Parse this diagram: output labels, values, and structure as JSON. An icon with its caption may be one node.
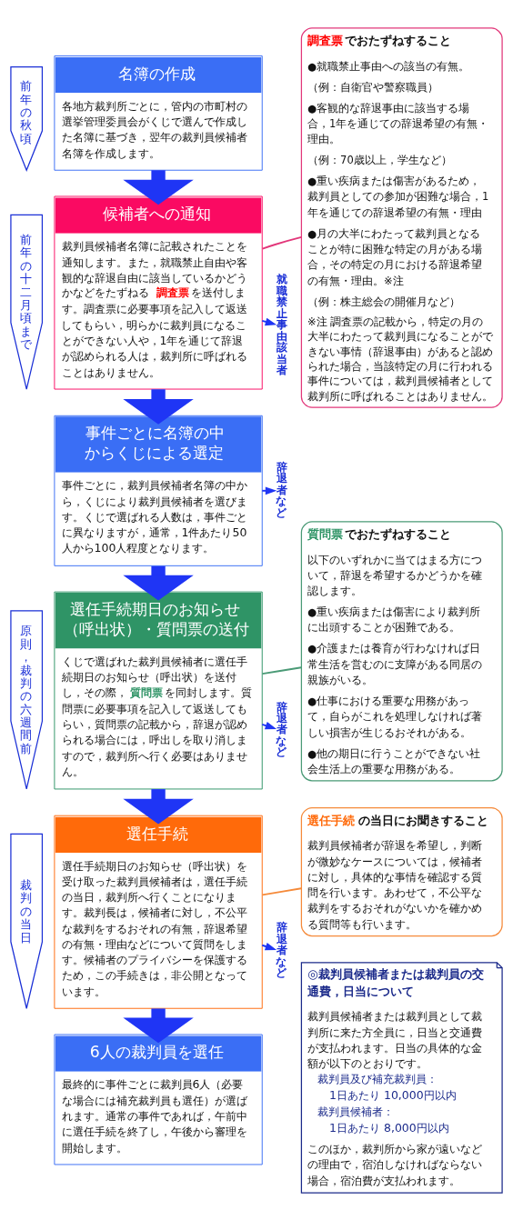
{
  "diagram": {
    "nodes": [
      {
        "text": [
          "前年の秋頃"
        ]
      },
      {
        "text": [
          "名簿の作成",
          "各地方裁判所ごとに，管内の市町村の選挙管理委員会がくじで選んで作成した名簿に基づき，翌年の裁判員候補者名簿を作成します。"
        ]
      },
      {
        "text": [
          "**調査票**でおたずねすること",
          "●就職禁止事由への該当の有無。",
          "（例：自衛官や警察職員）",
          "●客観的な辞退事由に該当する場合，1年を通じての辞退希望の有無・理由。",
          "（例：70歳以上，学生など）",
          "●重い疾病または傷害があるため，裁判員としての参加が困難な場合，1年を通じての辞退希望の有無・理由",
          "●月の大半にわたって裁判員となることが特に困難な特定の月がある場合，その特定の月における辞退希望の有無・理由。※注",
          "（例：株主総会の開催月など）",
          "※注 調査票の記載から，特定の月の大半にわたって裁判員になることができない事情（辞退事由）があると認められた場合，当該特定の月に行われる事件については，裁判員候補者として裁判所に呼ばれることはありません。"
        ]
      },
      {
        "text": [
          "前年の十二月頃まで"
        ]
      },
      {
        "text": [
          "候補者への通知",
          "裁判員候補者名簿に記載されたことを通知します。また，就職禁止自由や客観的な辞退自由に該当しているかどうかなどをたずねる**調査票**を送付します。調査票に必要事項を記入して返送してもらい，明らかに裁判員になることができない人や，1年を通じて辞退が認められる人は，裁判所に呼ばれることはありません。"
        ]
      },
      {
        "text": [
          "就職禁止事由該当者"
        ]
      },
      {
        "text": [
          "事件ごとに名簿の中からくじによる選定",
          "事件ごとに，裁判員候補者名簿の中から，くじにより裁判員候補者を選びます。くじで選ばれる人数は，事件ごとに異なりますが，通常，1件あたり50人から100人程度となります。"
        ]
      },
      {
        "text": [
          "辞退者など"
        ]
      },
      {
        "text": [
          "**質問票**でおたずねすること",
          "以下のいずれかに当てはまる方について，辞退を希望するかどうかを確認します。",
          "●重い疾病または傷害により裁判所に出頭することが困難である。",
          "●介護または養育が行わなければ日常生活を営むのに支障がある同居の親族がいる。",
          "●仕事における重要な用務があって，自らがこれを処理しなければ著しい損害が生じるおそれがある。",
          "●他の期日に行うことができない社会生活上の重要な用務がある。"
        ]
      },
      {
        "text": [
          "原則，裁判の六週間前"
        ]
      },
      {
        "text": [
          "選任手続期日のお知らせ（呼出状）・質問票の送付",
          "くじで選ばれた裁判員候補者に選任手続期日のお知らせ（呼出状）を送付し，その際，**質問票**を同封します。質問票に必要事項を記入して返送してもらい，質問票の記載から，辞退が認められる場合には，呼出しを取り消しますので，裁判所へ行く必要はありません。"
        ]
      },
      {
        "text": [
          "辞退者など"
        ]
      },
      {
        "text": [
          "**選任手続**の当日にお聞きすること",
          "裁判員候補者が辞退を希望し，判断が微妙なケースについては，候補者に対し，具体的な事情を確認する質問を行います。あわせて，不公平な裁判をするおそれがないかを確かめる質問等も行います。"
        ]
      },
      {
        "text": [
          "裁判の当日"
        ]
      },
      {
        "text": [
          "選任手続",
          "選任手続期日のお知らせ（呼出状）を受け取った裁判員候補者は，選任手続の当日，裁判所へ行くことになります。裁判長は，候補者に対し，不公平な裁判をするおそれの有無，辞退希望の有無・理由などについて質問をします。候補者のプライバシーを保護するため，この手続きは，非公開となっています。"
        ]
      },
      {
        "text": [
          "辞退者など"
        ]
      },
      {
        "text": [
          "◎裁判員候補者または裁判員の交通費，日当について",
          "裁判員候補者または裁判員として裁判所に来た方全員に，日当と交通費が支払われます。日当の具体的な金額が以下のとおりです。",
          "裁判員及び補充裁判員：",
          "1日あたり 10,000円以内",
          "裁判員候補者：",
          "1日あたり 8,000円以内",
          "このほか，裁判所から家が遠いなどの理由で，宿泊しなければならない場合，宿泊費が支払われます。"
        ]
      },
      {
        "text": [
          "6人の裁判員を選任",
          "最終的に事件ごとに裁判員6人（必要な場合には補充裁判員も選任）が選ばれます。通常の事件であれば，午前中に選任手続を終了し，午後から審理を開始します。"
        ]
      }
    ],
    "edges": [
      {
        "from": 1,
        "to": 4,
        "arrow": "to",
        "style": "thick"
      },
      {
        "from": 4,
        "to": 2,
        "arrow": "none",
        "color": "#e2377a"
      },
      {
        "from": 4,
        "to": 6,
        "arrow": "to",
        "style": "thick"
      },
      {
        "from": 4,
        "to": 5,
        "arrow": "to"
      },
      {
        "from": 6,
        "to": 10,
        "arrow": "to",
        "style": "thick"
      },
      {
        "from": 6,
        "to": 7,
        "arrow": "to"
      },
      {
        "from": 10,
        "to": 8,
        "arrow": "none",
        "color": "#4a9a76"
      },
      {
        "from": 10,
        "to": 14,
        "arrow": "to",
        "style": "thick"
      },
      {
        "from": 10,
        "to": 11,
        "arrow": "to"
      },
      {
        "from": 14,
        "to": 12,
        "arrow": "none",
        "color": "#f58a3a"
      },
      {
        "from": 14,
        "to": 17,
        "arrow": "to",
        "style": "thick"
      },
      {
        "from": 14,
        "to": 15,
        "arrow": "to"
      }
    ]
  }
}
